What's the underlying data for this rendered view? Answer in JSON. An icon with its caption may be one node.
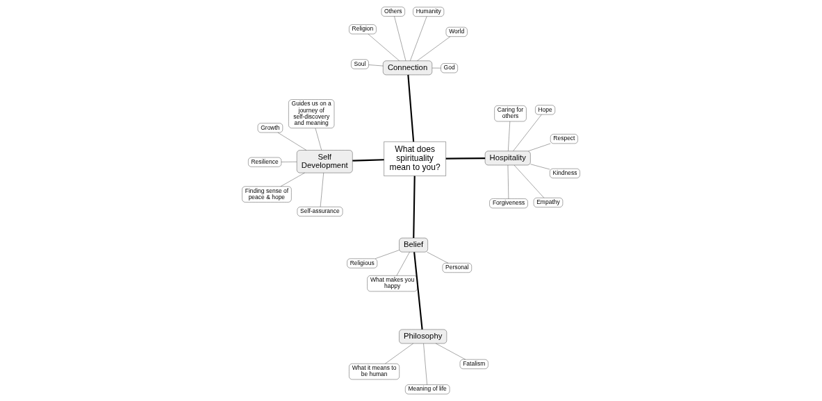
{
  "diagram": {
    "nodes": [
      {
        "text": [
          "What does spirituality mean to you?"
        ]
      },
      {
        "text": [
          "Philosophy"
        ]
      },
      {
        "text": [
          "Belief"
        ]
      },
      {
        "text": [
          "Hospitality"
        ]
      },
      {
        "text": [
          "Self Development"
        ]
      },
      {
        "text": [
          "Connection"
        ]
      },
      {
        "text": [
          "What it means to be human"
        ]
      },
      {
        "text": [
          "Fatalism"
        ]
      },
      {
        "text": [
          "Meaning of life"
        ]
      },
      {
        "text": [
          "Personal"
        ]
      },
      {
        "text": [
          "What makes you happy"
        ]
      },
      {
        "text": [
          "Religious"
        ]
      },
      {
        "text": [
          "Kindness"
        ]
      },
      {
        "text": [
          "Respect"
        ]
      },
      {
        "text": [
          "Hope"
        ]
      },
      {
        "text": [
          "Forgiveness"
        ]
      },
      {
        "text": [
          "Empathy"
        ]
      },
      {
        "text": [
          "Caring for others"
        ]
      },
      {
        "text": [
          "Resilience"
        ]
      },
      {
        "text": [
          "Growth"
        ]
      },
      {
        "text": [
          "Finding sense of peace & hope"
        ]
      },
      {
        "text": [
          "Self-assurance"
        ]
      },
      {
        "text": [
          "Guides us on a journey of self-discovery and meaning"
        ]
      },
      {
        "text": [
          "Others"
        ]
      },
      {
        "text": [
          "Religion"
        ]
      },
      {
        "text": [
          "God"
        ]
      },
      {
        "text": [
          "Humanity"
        ]
      },
      {
        "text": [
          "World"
        ]
      },
      {
        "text": [
          "Soul"
        ]
      }
    ],
    "edges": [
      {
        "from": 0,
        "to": 2,
        "arrow": "none",
        "style": "thick"
      },
      {
        "from": 2,
        "to": 1,
        "arrow": "none",
        "style": "thick"
      },
      {
        "from": 0,
        "to": 3,
        "arrow": "none",
        "style": "thick"
      },
      {
        "from": 0,
        "to": 4,
        "arrow": "none",
        "style": "thick"
      },
      {
        "from": 0,
        "to": 5,
        "arrow": "none",
        "style": "thick"
      },
      {
        "from": 1,
        "to": 6,
        "arrow": "none"
      },
      {
        "from": 1,
        "to": 7,
        "arrow": "none"
      },
      {
        "from": 1,
        "to": 8,
        "arrow": "none"
      },
      {
        "from": 2,
        "to": 9,
        "arrow": "none"
      },
      {
        "from": 2,
        "to": 10,
        "arrow": "none"
      },
      {
        "from": 2,
        "to": 11,
        "arrow": "none"
      },
      {
        "from": 3,
        "to": 12,
        "arrow": "none"
      },
      {
        "from": 3,
        "to": 13,
        "arrow": "none"
      },
      {
        "from": 3,
        "to": 14,
        "arrow": "none"
      },
      {
        "from": 3,
        "to": 15,
        "arrow": "none"
      },
      {
        "from": 3,
        "to": 16,
        "arrow": "none"
      },
      {
        "from": 3,
        "to": 17,
        "arrow": "none"
      },
      {
        "from": 4,
        "to": 18,
        "arrow": "none"
      },
      {
        "from": 4,
        "to": 19,
        "arrow": "none"
      },
      {
        "from": 4,
        "to": 20,
        "arrow": "none"
      },
      {
        "from": 4,
        "to": 21,
        "arrow": "none"
      },
      {
        "from": 4,
        "to": 22,
        "arrow": "none"
      },
      {
        "from": 5,
        "to": 23,
        "arrow": "none"
      },
      {
        "from": 5,
        "to": 24,
        "arrow": "none"
      },
      {
        "from": 5,
        "to": 25,
        "arrow": "none"
      },
      {
        "from": 5,
        "to": 26,
        "arrow": "none"
      },
      {
        "from": 5,
        "to": 27,
        "arrow": "none"
      },
      {
        "from": 5,
        "to": 28,
        "arrow": "none"
      }
    ]
  }
}
